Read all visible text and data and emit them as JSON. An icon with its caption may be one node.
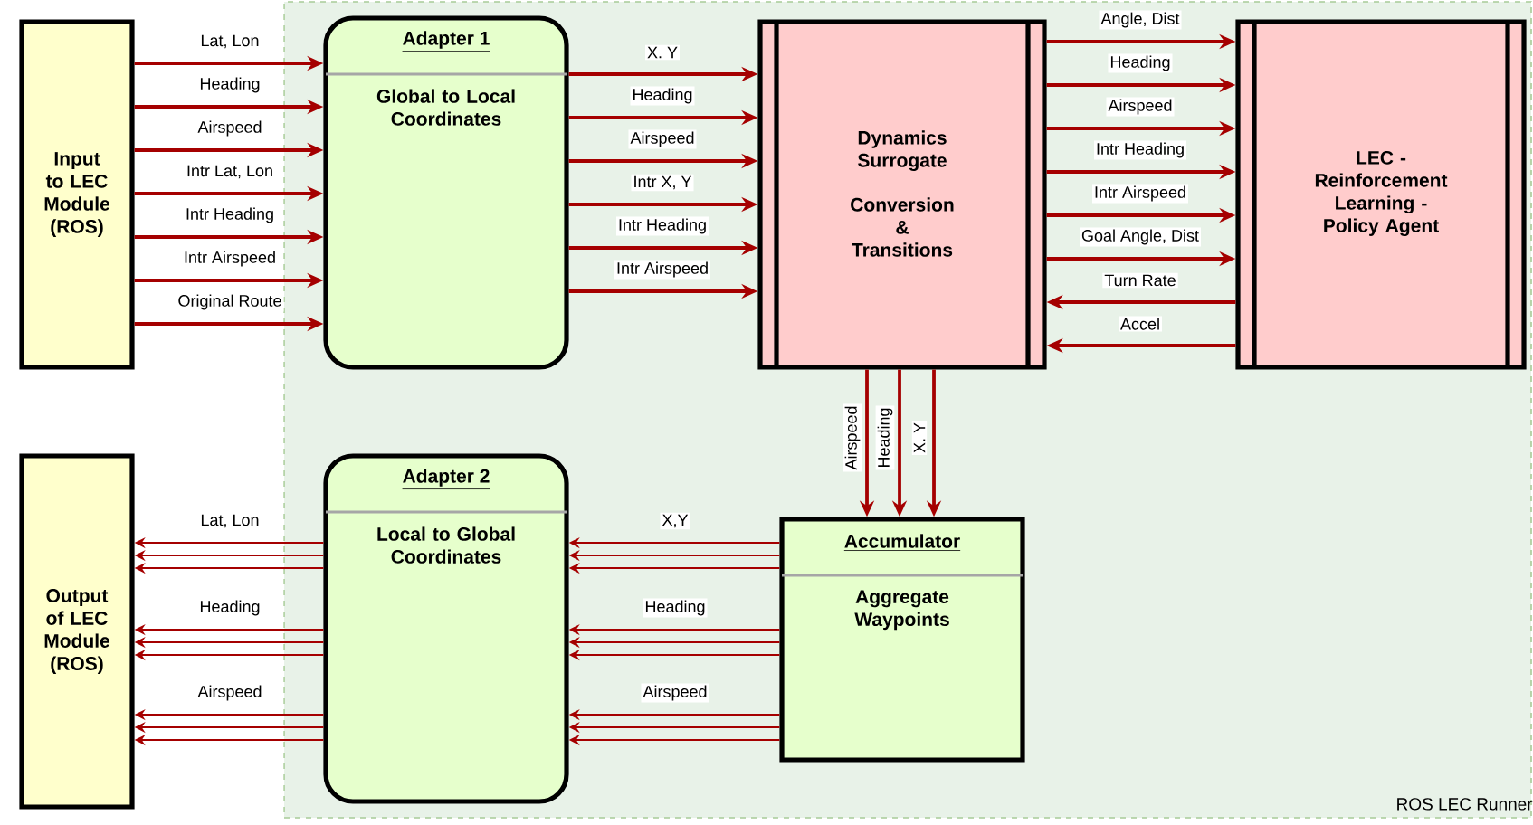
{
  "diagram": {
    "nodes": [
      {
        "text": [
          "ROS LEC Runner"
        ]
      },
      {
        "text": [
          "Input to LEC Module (ROS)"
        ]
      },
      {
        "text": [
          "Adapter 1",
          "Global to Local Coordinates"
        ],
        "in": 0
      },
      {
        "text": [
          "Dynamics Surrogate",
          "Conversion & Transitions"
        ],
        "in": 0
      },
      {
        "text": [
          "LEC - Reinforcement Learning - Policy Agent"
        ],
        "in": 0
      },
      {
        "text": [
          "Output of LEC Module (ROS)"
        ]
      },
      {
        "text": [
          "Adapter 2",
          "Local to Global Coordinates"
        ],
        "in": 0
      },
      {
        "text": [
          "Accumulator",
          "Aggregate Waypoints"
        ],
        "in": 0
      }
    ],
    "edges": [
      {
        "from": 1,
        "to": 2,
        "arrow": "to",
        "label": "Lat, Lon"
      },
      {
        "from": 1,
        "to": 2,
        "arrow": "to",
        "label": "Heading"
      },
      {
        "from": 1,
        "to": 2,
        "arrow": "to",
        "label": "Airspeed"
      },
      {
        "from": 1,
        "to": 2,
        "arrow": "to",
        "label": "Intr Lat, Lon"
      },
      {
        "from": 1,
        "to": 2,
        "arrow": "to",
        "label": "Intr Heading"
      },
      {
        "from": 1,
        "to": 2,
        "arrow": "to",
        "label": "Intr Airspeed"
      },
      {
        "from": 1,
        "to": 2,
        "arrow": "to",
        "label": "Original Route"
      },
      {
        "from": 2,
        "to": 3,
        "arrow": "to",
        "label": "X. Y"
      },
      {
        "from": 2,
        "to": 3,
        "arrow": "to",
        "label": "Heading"
      },
      {
        "from": 2,
        "to": 3,
        "arrow": "to",
        "label": "Airspeed"
      },
      {
        "from": 2,
        "to": 3,
        "arrow": "to",
        "label": "Intr X, Y"
      },
      {
        "from": 2,
        "to": 3,
        "arrow": "to",
        "label": "Intr Heading"
      },
      {
        "from": 2,
        "to": 3,
        "arrow": "to",
        "label": "Intr Airspeed"
      },
      {
        "from": 3,
        "to": 4,
        "arrow": "to",
        "label": "Angle, Dist"
      },
      {
        "from": 3,
        "to": 4,
        "arrow": "to",
        "label": "Heading"
      },
      {
        "from": 3,
        "to": 4,
        "arrow": "to",
        "label": "Airspeed"
      },
      {
        "from": 3,
        "to": 4,
        "arrow": "to",
        "label": "Intr Heading"
      },
      {
        "from": 3,
        "to": 4,
        "arrow": "to",
        "label": "Intr Airspeed"
      },
      {
        "from": 3,
        "to": 4,
        "arrow": "to",
        "label": "Goal Angle, Dist"
      },
      {
        "from": 4,
        "to": 3,
        "arrow": "to",
        "label": "Turn Rate"
      },
      {
        "from": 4,
        "to": 3,
        "arrow": "to",
        "label": "Accel"
      },
      {
        "from": 3,
        "to": 7,
        "arrow": "to",
        "label": "Airspeed"
      },
      {
        "from": 3,
        "to": 7,
        "arrow": "to",
        "label": "Heading"
      },
      {
        "from": 3,
        "to": 7,
        "arrow": "to",
        "label": "X. Y"
      },
      {
        "from": 7,
        "to": 6,
        "arrow": "to",
        "label": "X,Y"
      },
      {
        "from": 7,
        "to": 6,
        "arrow": "to",
        "label": "Heading"
      },
      {
        "from": 7,
        "to": 6,
        "arrow": "to",
        "label": "Airspeed"
      },
      {
        "from": 6,
        "to": 5,
        "arrow": "to",
        "label": "Lat, Lon"
      },
      {
        "from": 6,
        "to": 5,
        "arrow": "to",
        "label": "Heading"
      },
      {
        "from": 6,
        "to": 5,
        "arrow": "to",
        "label": "Airspeed"
      }
    ]
  }
}
